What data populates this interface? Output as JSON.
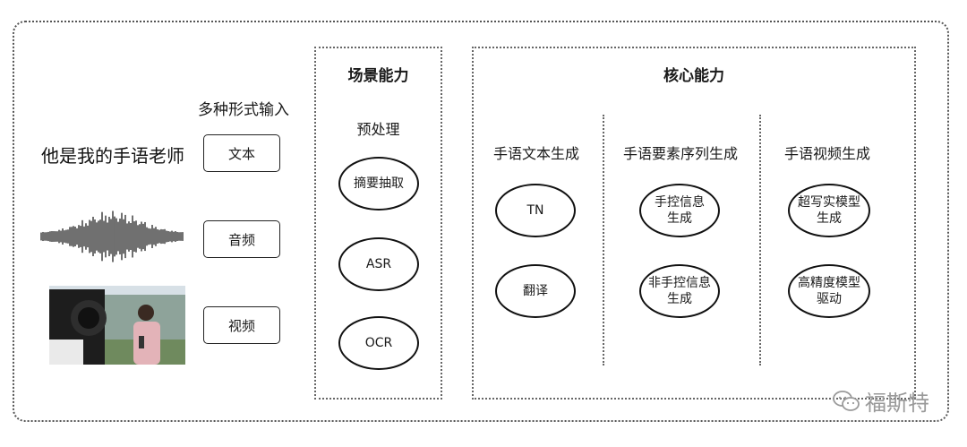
{
  "input": {
    "title": "多种形式输入",
    "sample_text": "他是我的手语老师",
    "items": [
      {
        "label": "文本"
      },
      {
        "label": "音频"
      },
      {
        "label": "视频"
      }
    ]
  },
  "scene": {
    "title": "场景能力",
    "subtitle": "预处理",
    "items": [
      "摘要抽取",
      "ASR",
      "OCR"
    ]
  },
  "core": {
    "title": "核心能力",
    "columns": [
      {
        "title": "手语文本生成",
        "items": [
          "TN",
          "翻译"
        ]
      },
      {
        "title": "手语要素序列生成",
        "items": [
          "手控信息\n生成",
          "非手控信息\n生成"
        ]
      },
      {
        "title": "手语视频生成",
        "items": [
          "超写实模型\n生成",
          "高精度模型\n驱动"
        ]
      }
    ]
  },
  "watermark": {
    "text": "福斯特",
    "icon": "wechat-icon"
  }
}
